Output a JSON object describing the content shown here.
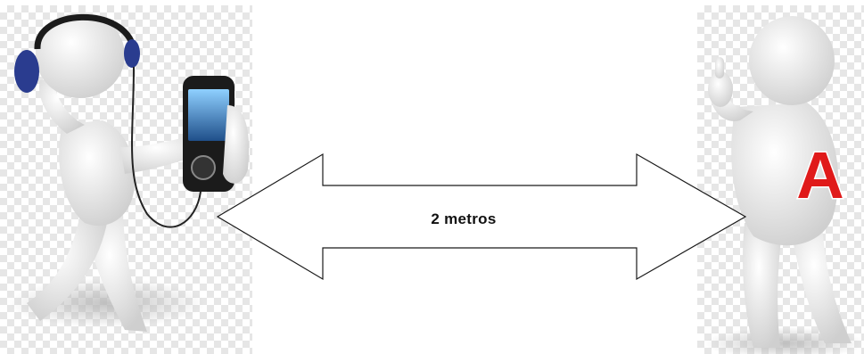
{
  "diagram": {
    "arrow_label": "2 metros",
    "right_figure_letter": "A"
  },
  "colors": {
    "figure_body": "#f2f2f2",
    "figure_shadow": "#cfcfcf",
    "headphones": "#2a3c8f",
    "phone": "#1b1b1b",
    "phone_screen": "#3e7fc0",
    "letter": "#e01a1a",
    "arrow_stroke": "#1a1a1a"
  },
  "icons": [
    "person-listening-to-music",
    "headphones-icon",
    "smartphone-icon",
    "person-thumbs-up",
    "letter-a-badge",
    "double-headed-arrow"
  ]
}
